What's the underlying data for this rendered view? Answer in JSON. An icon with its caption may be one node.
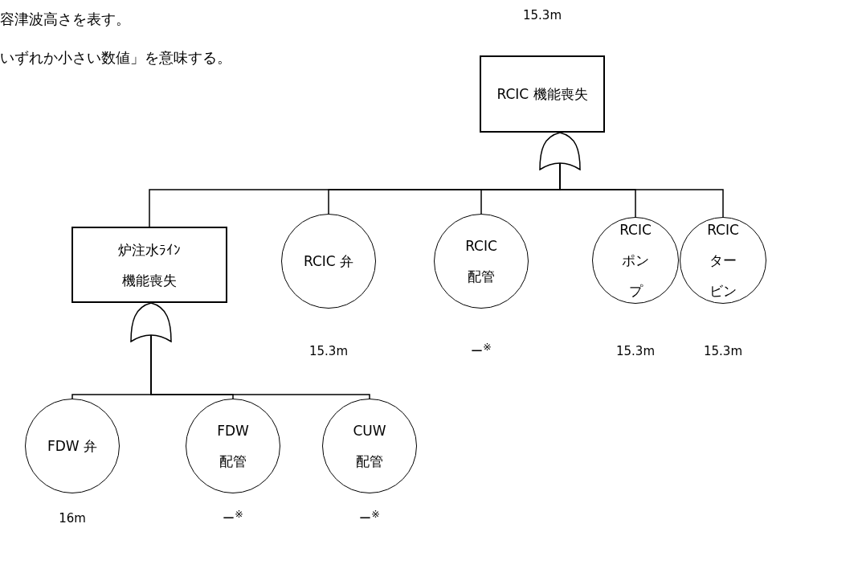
{
  "diagram": {
    "nodes": [
      {
        "text": [
          "RCIC 機能喪失"
        ],
        "beside": [
          "15.3m"
        ]
      },
      {
        "text": [],
        "shape": "gate"
      },
      {
        "text": [
          "炉注水ﾗｲﾝ機能喪失"
        ]
      },
      {
        "text": [
          "RCIC 弁"
        ],
        "beside": [
          "15.3m"
        ]
      },
      {
        "text": [
          "RCIC 配管"
        ],
        "beside": [
          "ー$^{※}$"
        ]
      },
      {
        "text": [
          "RCIC ポンプ"
        ],
        "beside": [
          "15.3m"
        ]
      },
      {
        "text": [
          "RCIC タービン"
        ],
        "beside": [
          "15.3m"
        ]
      },
      {
        "text": [],
        "shape": "gate"
      },
      {
        "text": [
          "FDW 弁"
        ],
        "beside": [
          "16m"
        ]
      },
      {
        "text": [
          "FDW 配管"
        ],
        "beside": [
          "ー$^{※}$"
        ]
      },
      {
        "text": [
          "CUW 配管"
        ],
        "beside": [
          "ー$^{※}$"
        ]
      }
    ],
    "edges": [
      {
        "from": 1,
        "to": 2,
        "arrow": "none"
      },
      {
        "from": 1,
        "to": 3,
        "arrow": "none"
      },
      {
        "from": 1,
        "to": 4,
        "arrow": "none"
      },
      {
        "from": 1,
        "to": 5,
        "arrow": "none"
      },
      {
        "from": 1,
        "to": 6,
        "arrow": "none"
      },
      {
        "from": 7,
        "to": 8,
        "arrow": "none"
      },
      {
        "from": 7,
        "to": 9,
        "arrow": "none"
      },
      {
        "from": 7,
        "to": 10,
        "arrow": "none"
      }
    ],
    "labels": [
      "容津波高さを表す。",
      "いずれか小さい数値」を意味する。"
    ]
  }
}
